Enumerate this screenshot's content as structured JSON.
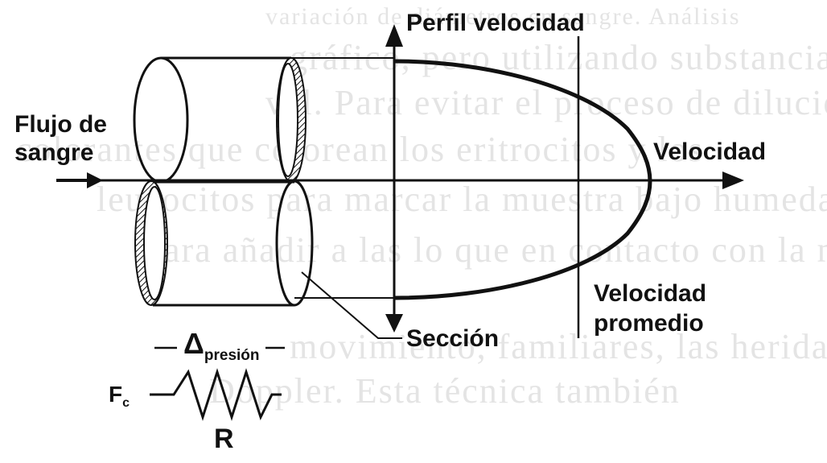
{
  "labels": {
    "perfil": "Perfil velocidad",
    "flujo_line1": "Flujo de",
    "flujo_line2": "sangre",
    "velocidad": "Velocidad",
    "vel_promedio_line1": "Velocidad",
    "vel_promedio_line2": "promedio",
    "seccion": "Sección",
    "delta": "Δ",
    "delta_sub": "presión",
    "fc": "F",
    "fc_sub": "c",
    "resistance": "R"
  },
  "background_text": [
    "variación de diámetros en sangre. Análisis",
    "gráfico, pero utilizando substancias que se diluy",
    "vel. Para evitar el proceso de dilución, gráficos",
    "colorantes que colorean los eritrocitos y los",
    "leucocitos para marcar la muestra bajo humedad",
    "para añadir a las lo que en contacto con la mues",
    "movimiento, familiares, las heridas",
    "Doppler. Esta técnica también"
  ],
  "colors": {
    "ink": "#111111",
    "ghost": "#cfcfcf",
    "paper": "#ffffff"
  }
}
